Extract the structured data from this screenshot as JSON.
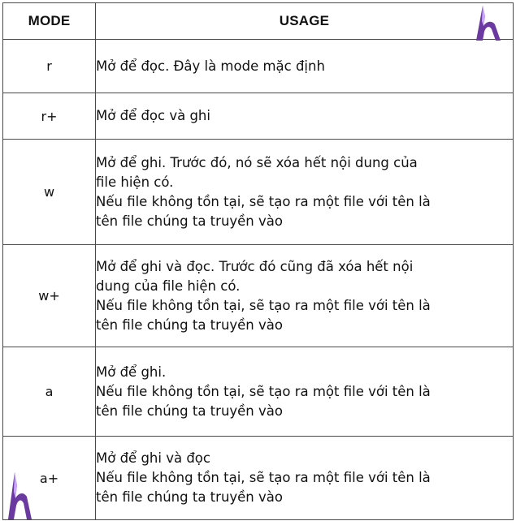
{
  "headers": {
    "mode": "MODE",
    "usage": "USAGE"
  },
  "rows": [
    {
      "mode": "r",
      "usage": [
        "Mở để đọc. Đây là mode mặc định"
      ]
    },
    {
      "mode": "r+",
      "usage": [
        "Mở để đọc và ghi"
      ]
    },
    {
      "mode": "w",
      "usage": [
        "Mở để ghi. Trước đó, nó sẽ xóa hết nội dung của",
        "file hiện có.",
        "Nếu file  không tồn tại, sẽ tạo ra một file với tên là",
        "tên file chúng ta truyền vào"
      ]
    },
    {
      "mode": "w+",
      "usage": [
        "Mở để ghi và đọc. Trước đó cũng đã xóa hết nội",
        "dung của file hiện có.",
        "Nếu file  không tồn tại, sẽ tạo ra một file với tên là",
        "tên file chúng ta truyền vào"
      ]
    },
    {
      "mode": "a",
      "usage": [
        "Mở để ghi.",
        "Nếu file  không tồn tại, sẽ tạo ra một file với tên là",
        "tên file chúng ta truyền vào"
      ]
    },
    {
      "mode": "a+",
      "usage": [
        "Mở để ghi và đọc",
        "Nếu file  không tồn tại, sẽ tạo ra một file với tên là",
        "tên file chúng ta truyền vào"
      ]
    }
  ],
  "colors": {
    "border": "#4a4a4a",
    "logo_fill": "#6b3aa0",
    "logo_highlight": "#c9a6ff"
  },
  "icons": {
    "watermark": "h-logo-icon"
  }
}
